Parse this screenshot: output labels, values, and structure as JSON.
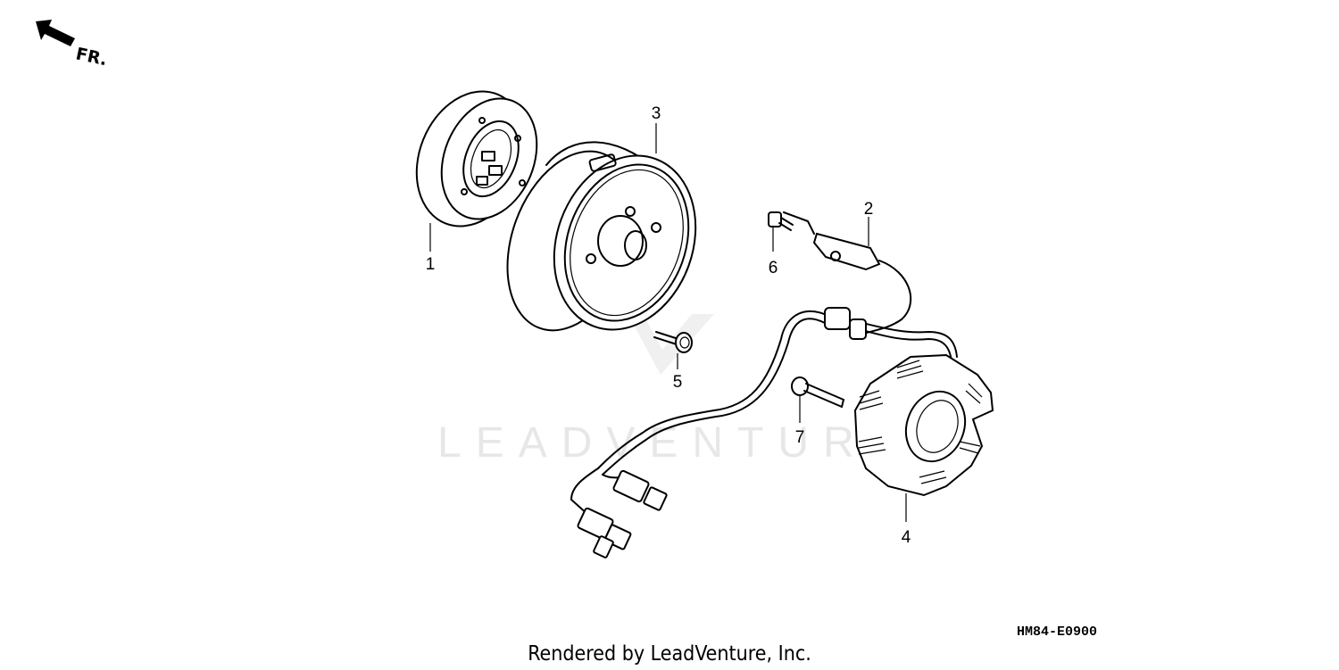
{
  "diagram": {
    "direction_label": "FR.",
    "watermark_text": "LEADVENTURE",
    "part_labels": [
      "1",
      "2",
      "3",
      "4",
      "5",
      "6",
      "7"
    ],
    "diagram_code": "HM84-E0900",
    "footer_credit": "Rendered by LeadVenture, Inc."
  }
}
